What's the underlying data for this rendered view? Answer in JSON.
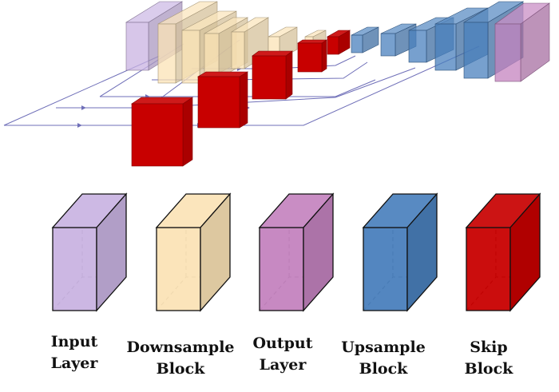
{
  "palette": {
    "input": "#c9b3e2",
    "downsample": "#fbe3b6",
    "output": "#c483bf",
    "upsample": "#4a80bd",
    "skip": "#c80000",
    "connection": "#6f6fb8"
  },
  "legend": [
    {
      "id": "input",
      "line1": "Input",
      "line2": "Layer",
      "color_key": "input"
    },
    {
      "id": "downsample",
      "line1": "Downsample",
      "line2": "Block",
      "color_key": "downsample"
    },
    {
      "id": "output",
      "line1": "Output",
      "line2": "Layer",
      "color_key": "output"
    },
    {
      "id": "upsample",
      "line1": "Upsample",
      "line2": "Block",
      "color_key": "upsample"
    },
    {
      "id": "skip",
      "line1": "Skip",
      "line2": "Block",
      "color_key": "skip"
    }
  ]
}
